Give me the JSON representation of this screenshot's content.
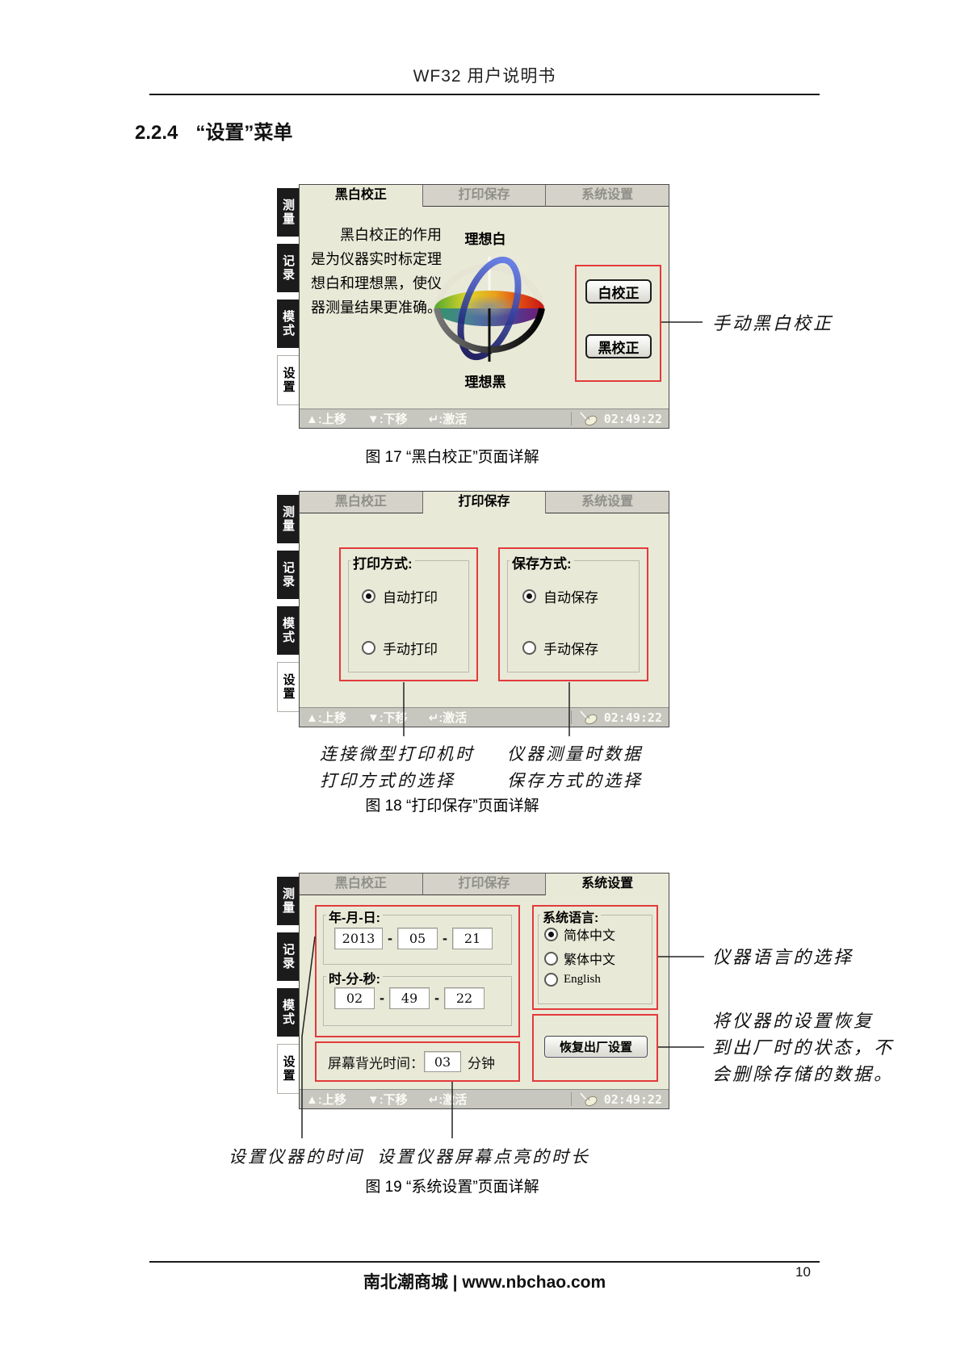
{
  "page": {
    "header_title": "WF32 用户说明书",
    "section_number": "2.2.4",
    "section_title": "“设置”菜单",
    "footer_text": "南北潮商城 | www.nbchao.com",
    "page_number": "10"
  },
  "device": {
    "sidebar_items": [
      "测量",
      "记录",
      "模式",
      "设置"
    ],
    "tabs": [
      "黑白校正",
      "打印保存",
      "系统设置"
    ],
    "statusbar": {
      "up": "▲:上移",
      "down": "▼:下移",
      "enter": "↵:激活",
      "time": "02:49:22"
    }
  },
  "fig17": {
    "body_text": "黑白校正的作用是为仪器实时标定理想白和理想黑，使仪器测量结果更准确。",
    "ideal_white": "理想白",
    "ideal_black": "理想黑",
    "white_cal_button": "白校正",
    "black_cal_button": "黑校正",
    "annotation": "手动黑白校正",
    "caption": "图 17  “黑白校正”页面详解"
  },
  "fig18": {
    "print_group": {
      "legend": "打印方式:",
      "options": [
        {
          "label": "自动打印",
          "selected": true
        },
        {
          "label": "手动打印",
          "selected": false
        }
      ]
    },
    "save_group": {
      "legend": "保存方式:",
      "options": [
        {
          "label": "自动保存",
          "selected": true
        },
        {
          "label": "手动保存",
          "selected": false
        }
      ]
    },
    "annotation_print_line1": "连接微型打印机时",
    "annotation_print_line2": "打印方式的选择",
    "annotation_save_line1": "仪器测量时数据",
    "annotation_save_line2": "保存方式的选择",
    "caption": "图 18  “打印保存”页面详解"
  },
  "fig19": {
    "date_group": {
      "legend": "年-月-日:",
      "sep": "-",
      "year": "2013",
      "month": "05",
      "day": "21"
    },
    "time_group": {
      "legend": "时-分-秒:",
      "sep": "-",
      "hour": "02",
      "minute": "49",
      "second": "22"
    },
    "backlight": {
      "label": "屏幕背光时间：",
      "value": "03",
      "unit": "分钟"
    },
    "language_group": {
      "legend": "系统语言:",
      "options": [
        {
          "label": "简体中文",
          "selected": true
        },
        {
          "label": "繁体中文",
          "selected": false
        },
        {
          "label": "English",
          "selected": false
        }
      ]
    },
    "reset_button": "恢复出厂设置",
    "annotation_language": "仪器语言的选择",
    "annotation_reset_line1": "将仪器的设置恢复",
    "annotation_reset_line2": "到出厂时的状态，不",
    "annotation_reset_line3": "会删除存储的数据。",
    "annotation_time": "设置仪器的时间",
    "annotation_backlight": "设置仪器屏幕点亮的时长",
    "caption": "图 19  “系统设置”页面详解"
  }
}
